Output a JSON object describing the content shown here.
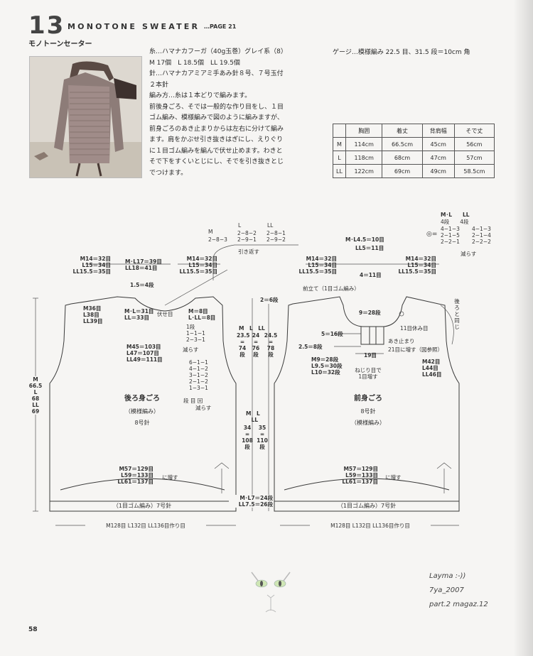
{
  "header": {
    "number": "13",
    "title": "MONOTONE SWEATER",
    "page_ref": "…PAGE 21",
    "jp_title": "モノトーンセーター"
  },
  "materials": {
    "line1": "糸…ハマナカフーガ（40g玉巻）グレイ系（8）",
    "line2": "M 17個　L 18.5個　LL 19.5個",
    "line3": "針…ハマナカアミアミ手あみ針８号、７号玉付",
    "line4": "２本針",
    "line5": "編み方…糸は１本どりで編みます。",
    "line6": "前後身ごろ、そでは一般的な作り目をし、１目",
    "line7": "ゴム編み、模様編みで図のように編みますが、",
    "line8": "前身ごろのあき止まりからは左右に分けて編み",
    "line9": "ます。肩をかぶせ引き抜きはぎにし、えりぐり",
    "line10": "に１目ゴム編みを編んで伏せ止めます。わきと",
    "line11": "そで下をすくいとじにし、そでを引き抜きとじ",
    "line12": "でつけます。"
  },
  "gauge": "ゲージ…模様編み 22.5 目、31.5 段＝10cm 角",
  "size_table": {
    "headers": [
      "",
      "胸囲",
      "着丈",
      "背肩幅",
      "そで丈"
    ],
    "rows": [
      [
        "M",
        "114cm",
        "66.5cm",
        "45cm",
        "56cm"
      ],
      [
        "L",
        "118cm",
        "68cm",
        "47cm",
        "57cm"
      ],
      [
        "LL",
        "122cm",
        "69cm",
        "49cm",
        "58.5cm"
      ]
    ]
  },
  "back": {
    "neck_dec_header_m": "M",
    "neck_dec_header_l": "L",
    "neck_dec_header_ll": "LL",
    "neck_dec_m": "2−8−3",
    "neck_dec_l": "2−8−2\n2−9−1",
    "neck_dec_ll": "2−8−1\n2−9−2",
    "hikikaesu": "引き返す",
    "shoulder_left": "M14＝32目\nL15＝34目\nLL15.5＝35目",
    "shoulder_right": "M14＝32目\nL15＝34目\nLL15.5＝35目",
    "center": "M･L17＝39目\nLL18＝41目",
    "slope": "1.5＝4段",
    "cast_off_sts": "M･L＝31目\nLL＝33目",
    "fuseme": "伏せ目",
    "armhole_rows": "M36目\nL38目\nLL39目",
    "center_m8": "M＝8目\nL･LL＝8目",
    "dec_top": "1段\n1−1−1\n2−3−1",
    "herasu1": "減らす",
    "width": "M45＝103目\nL47＝107目\nLL49＝111目",
    "dec_arm": "6−1−1\n4−1−2\n3−1−2\n2−1−2\n1−3−1",
    "dec_end": "段 目 回",
    "herasu2": "減らす",
    "title": "後ろ身ごろ",
    "pattern": "（模様編み）",
    "needle": "8号針",
    "hem_inc": "M57＝129目\nL59＝133目\nLL61＝137目",
    "inc_label": "に増す",
    "rib": "（1目ゴム編み）7号針",
    "cast_on": "M128目 L132目 LL136目作り目",
    "length": "M\n66.5\nL\n68\nLL\n69"
  },
  "middle": {
    "shoulder_rows": "2＝6段",
    "armhole_header": "M　L　LL",
    "armhole_m": "23.5\n=\n74\n段",
    "armhole_l": "24\n=\n76\n段",
    "armhole_ll": "24.5\n=\n78\n段",
    "body_header": "M　L\n　LL",
    "body_m": "34\n=\n108\n段",
    "body_l": "35\n=\n110\n段",
    "rib_rows": "M･L7＝24段\nLL7.5＝26段"
  },
  "front": {
    "neck_m": "M･L4.5＝10目",
    "neck_ll": "LL5＝11目",
    "neck_4": "4＝11目",
    "shoulder_left": "M14＝32目\nL15＝34目\nLL15.5＝35目",
    "shoulder_right": "M14＝32目\nL15＝34目\nLL15.5＝35目",
    "dec_header": "M･L　　LL",
    "dec_rows": "4段　　4段",
    "dec_m": "4−1−3\n2−1−5\n2−2−1",
    "dec_ll": "4−1−3\n2−1−4\n2−2−2",
    "herasu": "減らす",
    "placket": "前立て（1目ゴム編み）",
    "neck_depth": "9＝28段",
    "rest": "11目休み目",
    "side_note": "後ろと同じ",
    "open_stop": "あき止まり",
    "inc21": "21目に増す（図参照）",
    "depth_16": "5＝16段",
    "depth_8": "2.5＝8段",
    "w19": "19目",
    "front_w": "M9＝28段\nL9.5＝30段\nL10＝32段",
    "twist": "ねじり目で\n1目増す",
    "arm_w": "M42目\nL44目\nLL46目",
    "title": "前身ごろ",
    "needle": "8号針",
    "pattern": "（模様編み）",
    "hem_inc": "M57＝129目\nL59＝133目\nLL61＝137目",
    "inc_label": "に増す",
    "rib": "（1目ゴム編み）7号針",
    "cast_on": "M128目 L132目 LL136目作り目"
  },
  "credit": {
    "l1": "Layma :-))",
    "l2": "7ya_2007",
    "l3": "part.2 magaz.12"
  },
  "page_number": "58"
}
